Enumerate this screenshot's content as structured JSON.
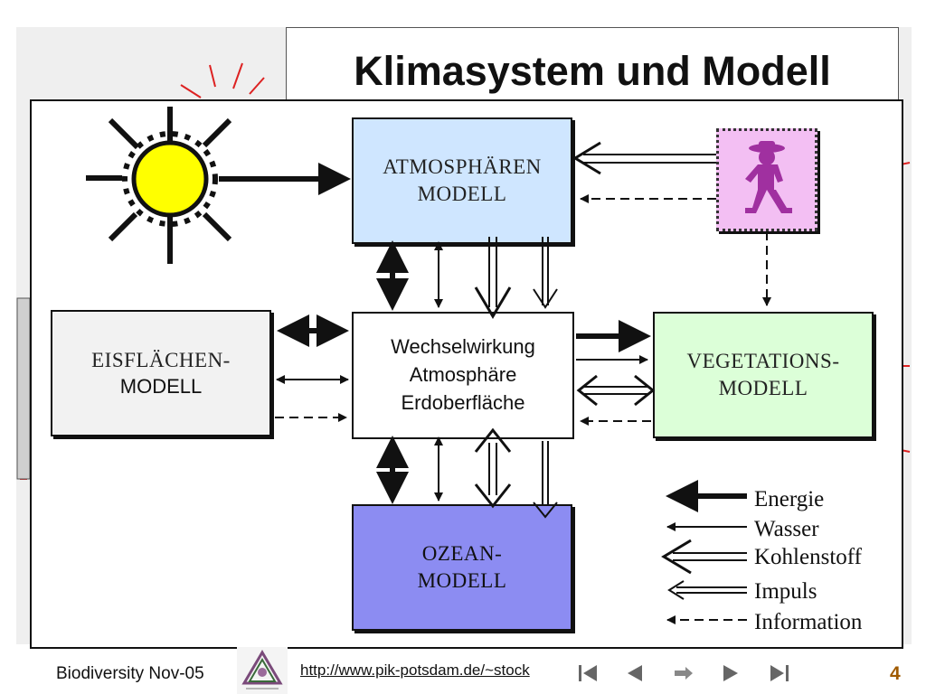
{
  "slide": {
    "title": "Klimasystem und Modell",
    "page_number": "4"
  },
  "diagram": {
    "atmosphere": {
      "line1": "ATMOSPHÄREN",
      "line2": "MODELL"
    },
    "ice": {
      "line1": "EISFLÄCHEN-",
      "line2": "MODELL"
    },
    "center": {
      "line1": "Wechselwirkung",
      "line2": "Atmosphäre",
      "line3": "Erdoberfläche"
    },
    "vegetation": {
      "line1": "VEGETATIONS-",
      "line2": "MODELL"
    },
    "ocean": {
      "line1": "OZEAN-",
      "line2": "MODELL"
    },
    "colors": {
      "atmosphere": "#cfe6ff",
      "ice": "#f2f2f2",
      "center": "#ffffff",
      "vegetation": "#dcffd8",
      "ocean": "#8c8cf2",
      "human": "#f3bff3",
      "sun": "#ffff00"
    }
  },
  "legend": [
    {
      "label": "Energie"
    },
    {
      "label": "Wasser"
    },
    {
      "label": "Kohlenstoff"
    },
    {
      "label": "Impuls"
    },
    {
      "label": "Information"
    }
  ],
  "footer": {
    "left_text": "Biodiversity Nov-05",
    "link_text": "http://www.pik-potsdam.de/~stock",
    "nav": [
      "first-icon",
      "previous-icon",
      "return-icon",
      "next-icon",
      "last-icon"
    ]
  }
}
